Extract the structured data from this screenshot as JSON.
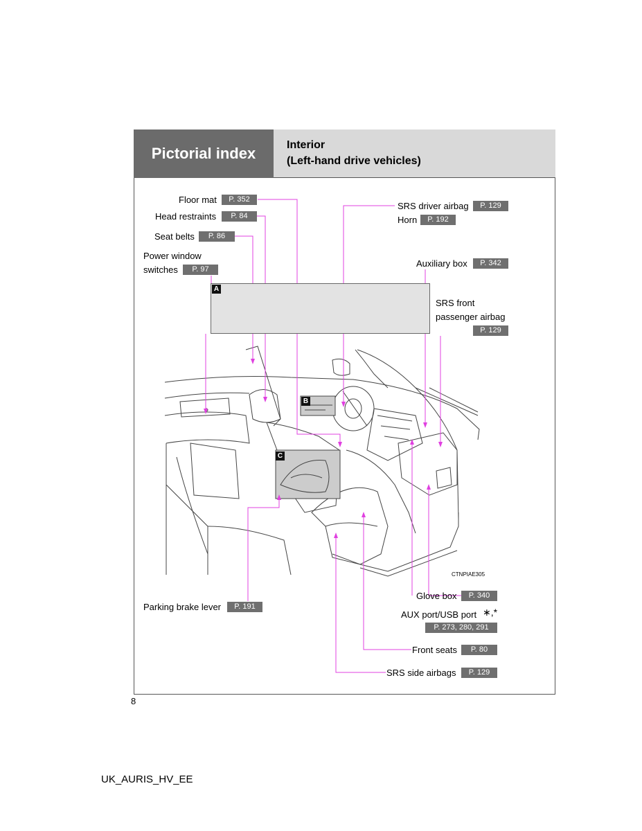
{
  "header": {
    "section": "Pictorial index",
    "title_line1": "Interior",
    "title_line2": "(Left-hand drive vehicles)"
  },
  "labels": {
    "floor_mat": {
      "text": "Floor mat",
      "ref": "P. 352"
    },
    "head_restraints": {
      "text": "Head restraints",
      "ref": "P. 84"
    },
    "seat_belts": {
      "text": "Seat belts",
      "ref": "P. 86"
    },
    "power_window": {
      "line1": "Power window",
      "line2": "switches",
      "ref": "P. 97"
    },
    "srs_driver_airbag": {
      "text": "SRS driver airbag",
      "ref": "P. 129"
    },
    "horn": {
      "text": "Horn",
      "ref": "P. 192"
    },
    "auxiliary_box": {
      "text": "Auxiliary box",
      "ref": "P. 342"
    },
    "srs_front_passenger": {
      "line1": "SRS front",
      "line2": "passenger airbag",
      "ref": "P. 129"
    },
    "glove_box": {
      "text": "Glove box",
      "ref": "P. 340"
    },
    "aux_port": {
      "text": "AUX port/USB port",
      "marks": "∗,*",
      "ref": "P. 273, 280, 291"
    },
    "parking_brake": {
      "text": "Parking brake lever",
      "ref": "P. 191"
    },
    "front_seats": {
      "text": "Front seats",
      "ref": "P. 80"
    },
    "srs_side_airbags": {
      "text": "SRS side airbags",
      "ref": "P. 129"
    }
  },
  "tags": {
    "a": "A",
    "b": "B",
    "c": "C"
  },
  "illustration_code": "CTNPIAE305",
  "page_number": "8",
  "footer": "UK_AURIS_HV_EE",
  "colors": {
    "leader": "#e040e0",
    "ref_bg": "#6f6f6f",
    "header_dark": "#6b6b6b",
    "header_light": "#d9d9d9"
  }
}
